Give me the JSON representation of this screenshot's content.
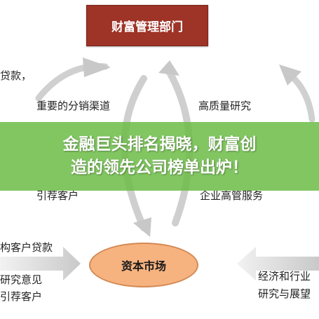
{
  "diagram": {
    "top_box_label": "财富管理部门",
    "center_label": "资本市场",
    "left_items": [
      "贷款，",
      "重要的分销渠道",
      "引荐客户",
      "构客户贷款",
      "研究意见",
      "引荐客户"
    ],
    "right_items": [
      "高质量研究",
      "企业高管服务",
      "经济和行业",
      "研究与展望"
    ]
  },
  "banner": {
    "line1": "金融巨头排名揭晓，财富创",
    "line2": "造的领先公司榜单出炉！"
  },
  "colors": {
    "top_box": "#9e3327",
    "center_oval": "#f6b27f",
    "banner": "#6ebd48",
    "arrow": "#c8c8c8"
  }
}
